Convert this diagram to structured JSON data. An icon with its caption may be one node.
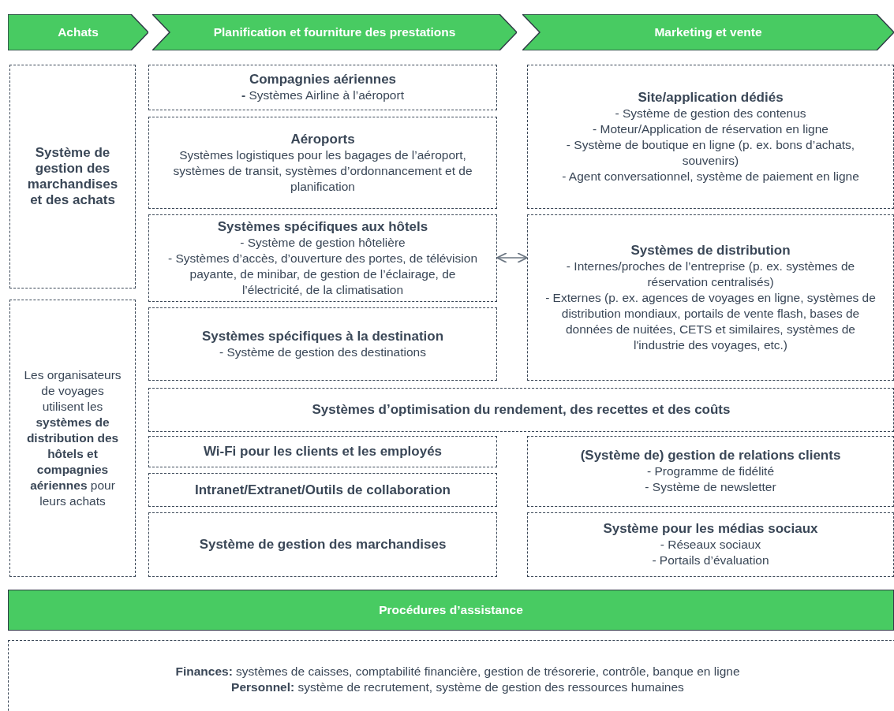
{
  "diagram": {
    "nodes": [
      {
        "text": [
          "Achats"
        ]
      },
      {
        "text": [
          "Planification et fourniture des prestations"
        ]
      },
      {
        "text": [
          "Marketing et vente"
        ]
      },
      {
        "text": [
          "Système de gestion des marchandises et des achats"
        ]
      },
      {
        "text": [
          "Les organisateurs de voyages utilisent les **systèmes de distribution des hôtels et compagnies aériennes** pour leurs achats"
        ]
      },
      {
        "text": [
          "Compagnies aériennes",
          "**-** Systèmes Airline à l’aéroport"
        ]
      },
      {
        "text": [
          "Aéroports",
          "Systèmes logistiques pour les bagages de l’aéroport, systèmes de transit, systèmes d’ordonnancement et de planification"
        ]
      },
      {
        "text": [
          "Systèmes spécifiques aux hôtels",
          "- Système de gestion hôtelière",
          "- Systèmes d’accès, d’ouverture des portes, de télévision payante, de minibar, de gestion de l’éclairage, de l’électricité, de la climatisation"
        ]
      },
      {
        "text": [
          "Systèmes spécifiques à la destination",
          "- Système de gestion des destinations"
        ]
      },
      {
        "text": [
          "Site/application dédiés",
          "- Système de gestion des contenus",
          "- Moteur/Application de réservation en ligne",
          "- Système de boutique en ligne (p. ex. bons d’achats, souvenirs)",
          "- Agent conversationnel, système de paiement en ligne"
        ]
      },
      {
        "text": [
          "Systèmes de distribution",
          "- Internes/proches de l’entreprise (p. ex. systèmes de réservation centralisés)",
          "- Externes (p. ex. agences de voyages en ligne, systèmes de distribution mondiaux, portails de vente flash, bases de données de nuitées, CETS et similaires, systèmes de l'industrie des voyages, etc.)"
        ]
      },
      {
        "text": [
          "Systèmes d’optimisation du rendement, des recettes et des coûts"
        ]
      },
      {
        "text": [
          "Wi-Fi pour les clients et les employés"
        ]
      },
      {
        "text": [
          "Intranet/Extranet/Outils de collaboration"
        ]
      },
      {
        "text": [
          "Système de gestion des marchandises"
        ]
      },
      {
        "text": [
          "(Système de) gestion de relations clients",
          "- Programme de fidélité",
          "- Système de newsletter"
        ]
      },
      {
        "text": [
          "Système pour les médias sociaux",
          "- Réseaux sociaux",
          "- Portails d’évaluation"
        ]
      },
      {
        "text": [
          "Procédures d’assistance"
        ]
      },
      {
        "text": [
          "**Finances:** systèmes de caisses, comptabilité financière, gestion de trésorerie, contrôle, banque en ligne",
          "**Personnel:** système de recrutement, système de gestion des ressources humaines"
        ]
      }
    ],
    "edges": [
      {
        "from": 7,
        "to": 10,
        "arrow": "both"
      }
    ]
  }
}
